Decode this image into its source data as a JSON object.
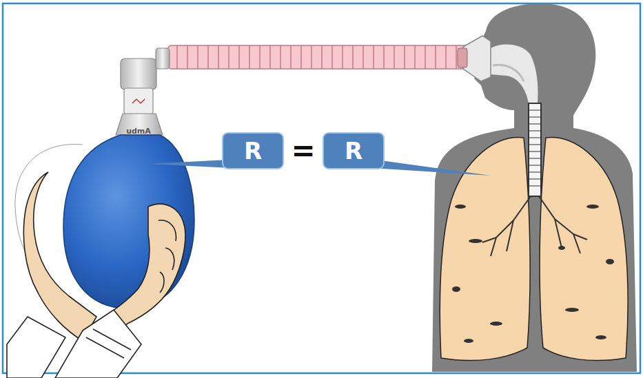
{
  "diagram": {
    "nodes": [
      {
        "text": [
          "R"
        ]
      },
      {
        "text": [
          "R"
        ]
      }
    ],
    "labels": [
      "=",
      "udmA"
    ]
  }
}
